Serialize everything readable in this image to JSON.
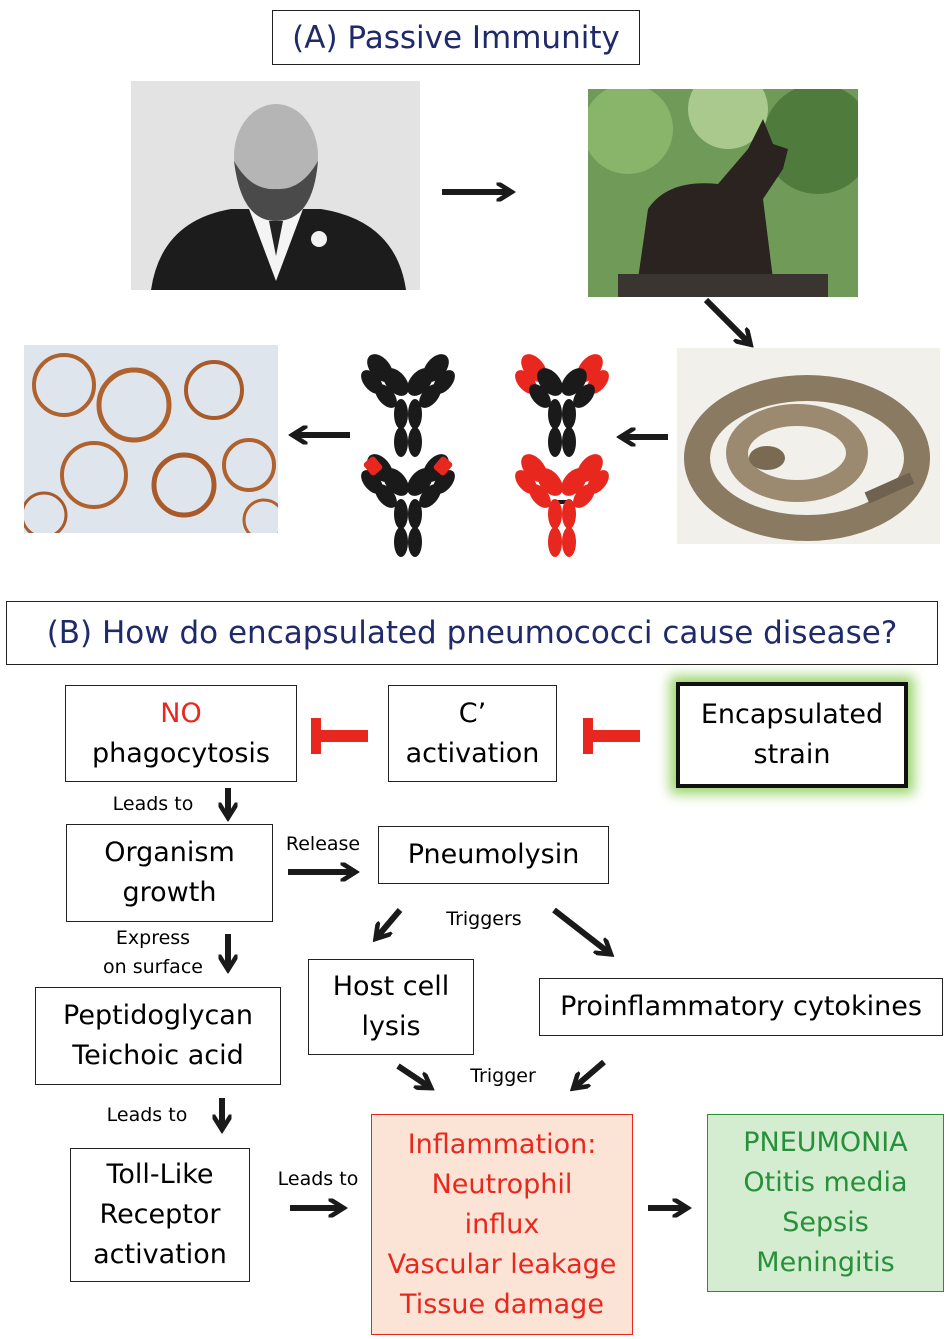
{
  "panel_a": {
    "title": "(A) Passive Immunity"
  },
  "panel_b": {
    "title": "(B) How do encapsulated pneumococci cause disease?",
    "nodes": {
      "no_phago_line1": "NO",
      "no_phago_line2": "phagocytosis",
      "c_activation_line1": "C’",
      "c_activation_line2": "activation",
      "encapsulated_line1": "Encapsulated",
      "encapsulated_line2": "strain",
      "organism_line1": "Organism",
      "organism_line2": "growth",
      "pneumolysin": "Pneumolysin",
      "host_line1": "Host cell",
      "host_line2": "lysis",
      "cytokines": "Proinflammatory cytokines",
      "pepti_line1": "Peptidoglycan",
      "pepti_line2": "Teichoic acid",
      "tlr_line1": "Toll-Like",
      "tlr_line2": "Receptor",
      "tlr_line3": "activation",
      "inflam_line1": "Inflammation:",
      "inflam_line2": "Neutrophil",
      "inflam_line3": "influx",
      "inflam_line4": "Vascular leakage",
      "inflam_line5": "Tissue damage",
      "disease_line1": "PNEUMONIA",
      "disease_line2": "Otitis media",
      "disease_line3": "Sepsis",
      "disease_line4": "Meningitis"
    },
    "edge_labels": {
      "leads_to_1": "Leads to",
      "release": "Release",
      "express_line1": "Express",
      "express_line2": "on surface",
      "triggers": "Triggers",
      "trigger": "Trigger",
      "leads_to_2": "Leads to",
      "leads_to_3": "Leads to"
    }
  },
  "colors": {
    "title": "#1f2a6b",
    "inhibit": "#e8281e",
    "antibody_black": "#1a1a1a",
    "antibody_red": "#e8281e",
    "inflammation_fill": "#fbe3d6",
    "disease_fill": "#d4ecd0",
    "disease_text": "#26913a",
    "glow": "#9ad46a"
  }
}
